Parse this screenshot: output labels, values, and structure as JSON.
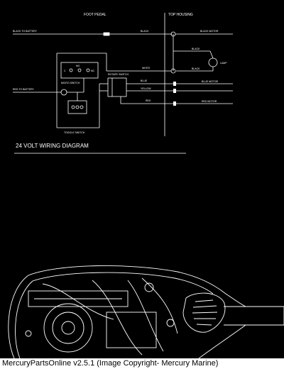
{
  "diagram": {
    "section_foot_pedal": "FOOT PEDAL",
    "section_top_housing": "TOP HOUSING",
    "title": "24 VOLT WIRING DIAGRAM",
    "labels": {
      "black_to_battery": "BLACK TO BATTERY",
      "red_to_battery": "RED TO BATTERY",
      "micro_switch": "MICRO SWITCH",
      "toggle_switch": "TOGGLE SWITCH",
      "rotary_switch": "ROTARY SWITCH",
      "black_motor": "BLACK MOTOR",
      "blue_motor": "BLUE MOTOR",
      "red_motor": "RED MOTOR",
      "lamp": "LAMP",
      "c": "C",
      "no": "NO",
      "nc": "NC"
    },
    "wire_labels": {
      "black_1": "BLACK",
      "black_2": "BLACK",
      "black_3": "BLACK",
      "white": "WHITE",
      "blue": "BLUE",
      "yellow": "YELLOW",
      "red": "RED"
    },
    "colors": {
      "background": "#000000",
      "line": "#ffffff"
    }
  },
  "footer": {
    "caption": "MercuryPartsOnline v2.5.1 (Image Copyright- Mercury Marine)"
  }
}
